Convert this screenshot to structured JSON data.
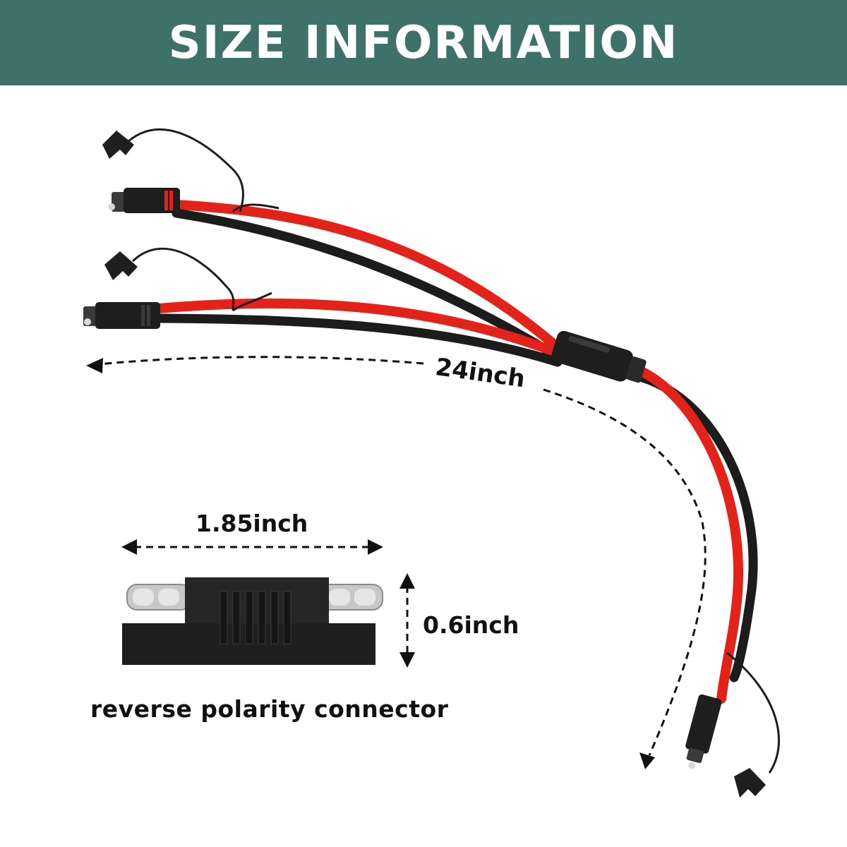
{
  "header": {
    "title": "SIZE INFORMATION"
  },
  "dimensions": {
    "cable_length": "24inch",
    "connector_width": "1.85inch",
    "connector_height": "0.6inch"
  },
  "caption": "reverse polarity connector",
  "colors": {
    "header_bg": "#3e7168",
    "wire_red": "#e3221a",
    "wire_black": "#1c1c1c"
  }
}
